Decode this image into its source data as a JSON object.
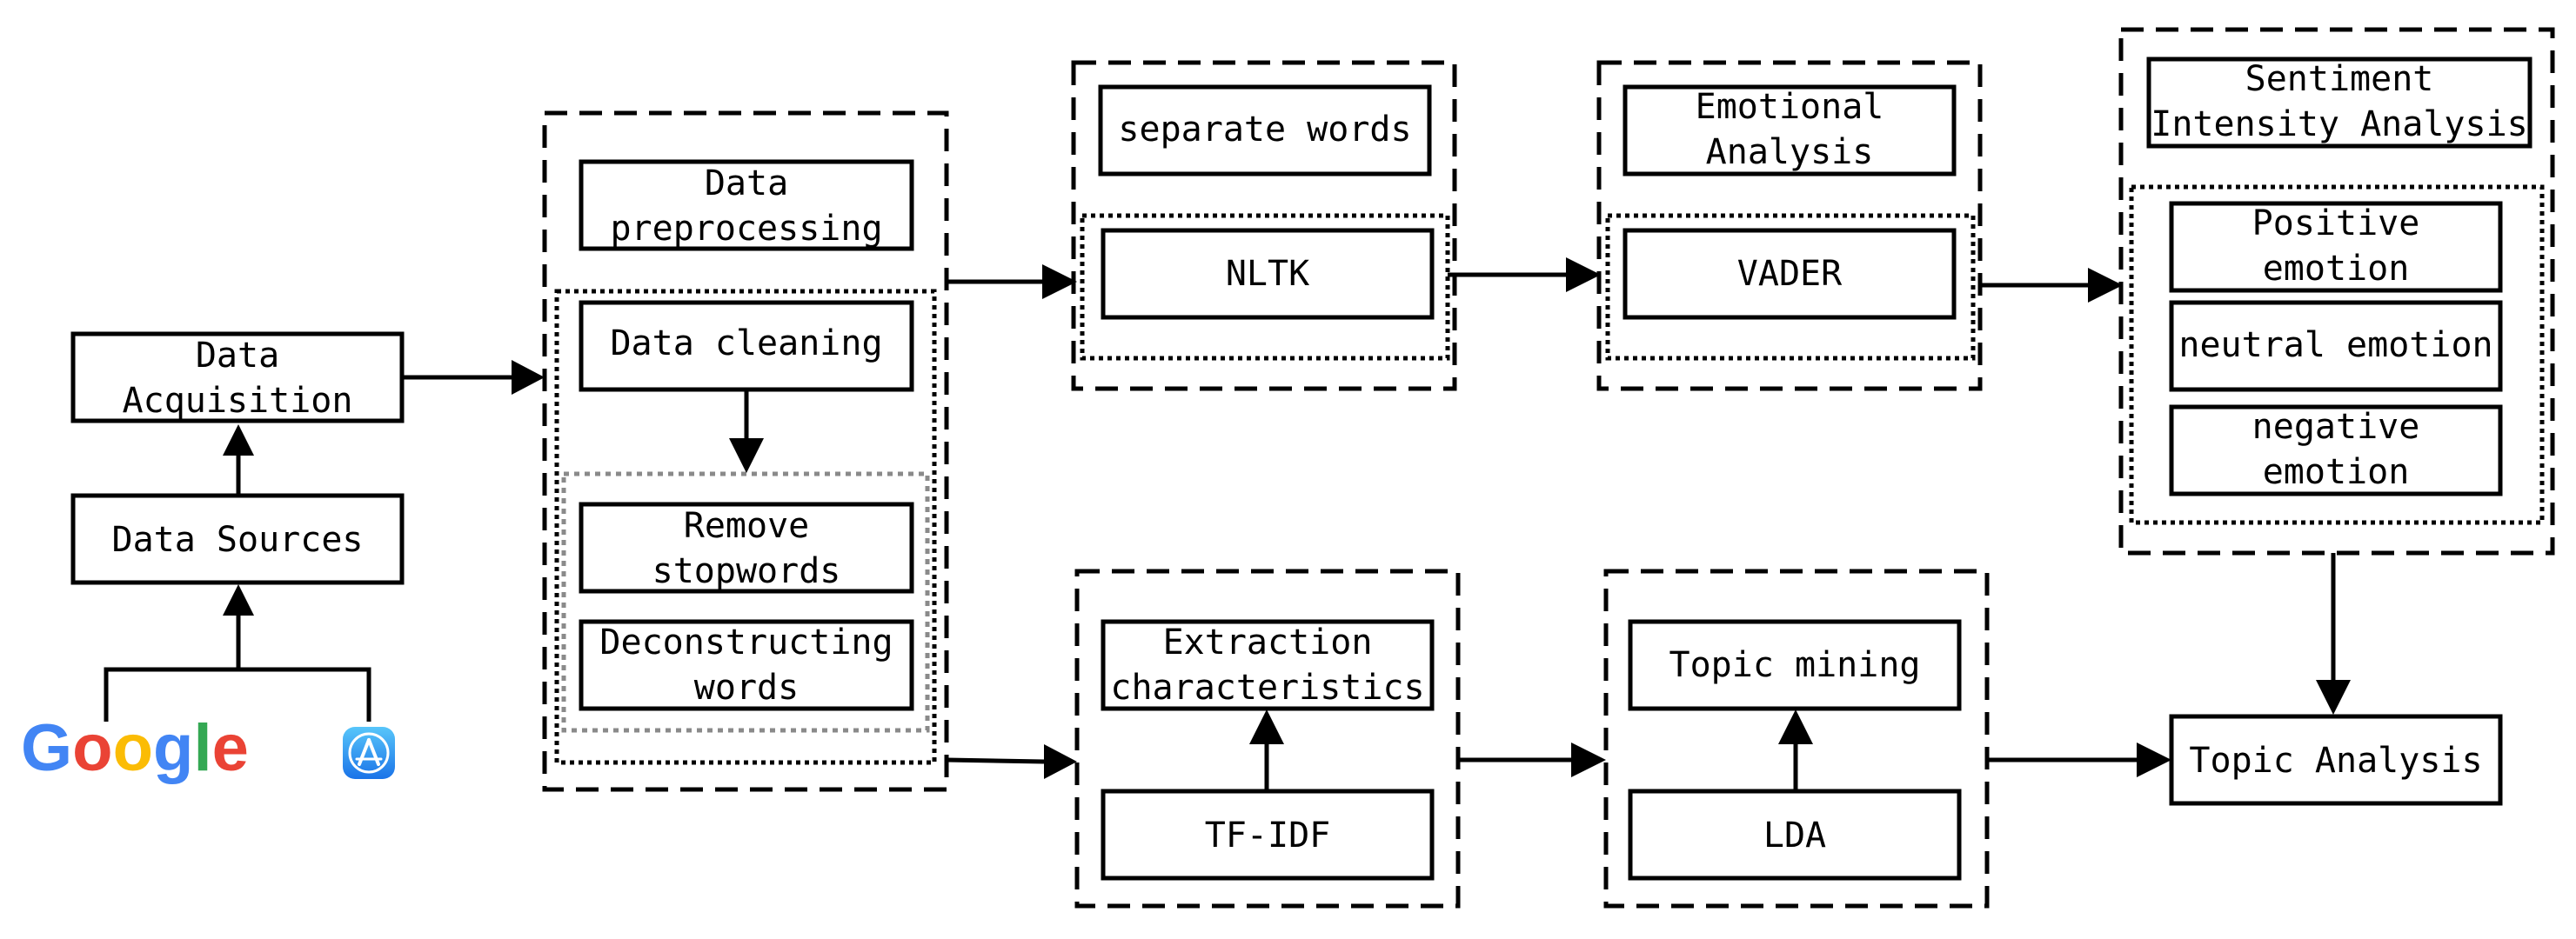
{
  "nodes": {
    "data_acquisition": [
      "Data",
      "Acquisition"
    ],
    "data_sources": [
      "Data Sources"
    ],
    "data_preprocessing": [
      "Data",
      "preprocessing"
    ],
    "data_cleaning": [
      "Data cleaning"
    ],
    "remove_stopwords": [
      "Remove",
      "stopwords"
    ],
    "deconstructing_words": [
      "Deconstructing",
      "words"
    ],
    "separate_words": [
      "separate words"
    ],
    "nltk": [
      "NLTK"
    ],
    "emotional_analysis": [
      "Emotional",
      "Analysis"
    ],
    "vader": [
      "VADER"
    ],
    "sentiment_intensity": [
      "Sentiment",
      "Intensity Analysis"
    ],
    "positive_emotion": [
      "Positive",
      "emotion"
    ],
    "neutral_emotion": [
      "neutral emotion"
    ],
    "negative_emotion": [
      "negative",
      "emotion"
    ],
    "extraction_characteristics": [
      "Extraction",
      "characteristics"
    ],
    "tfidf": [
      "TF-IDF"
    ],
    "topic_mining": [
      "Topic mining"
    ],
    "lda": [
      "LDA"
    ],
    "topic_analysis": [
      "Topic Analysis"
    ]
  },
  "logos": {
    "google": "Google",
    "google_colors": [
      "#4285F4",
      "#EA4335",
      "#FBBC05",
      "#4285F4",
      "#34A853",
      "#EA4335"
    ],
    "app_store_icon": "app-store-icon",
    "app_store_color": "#1E8CF0"
  }
}
